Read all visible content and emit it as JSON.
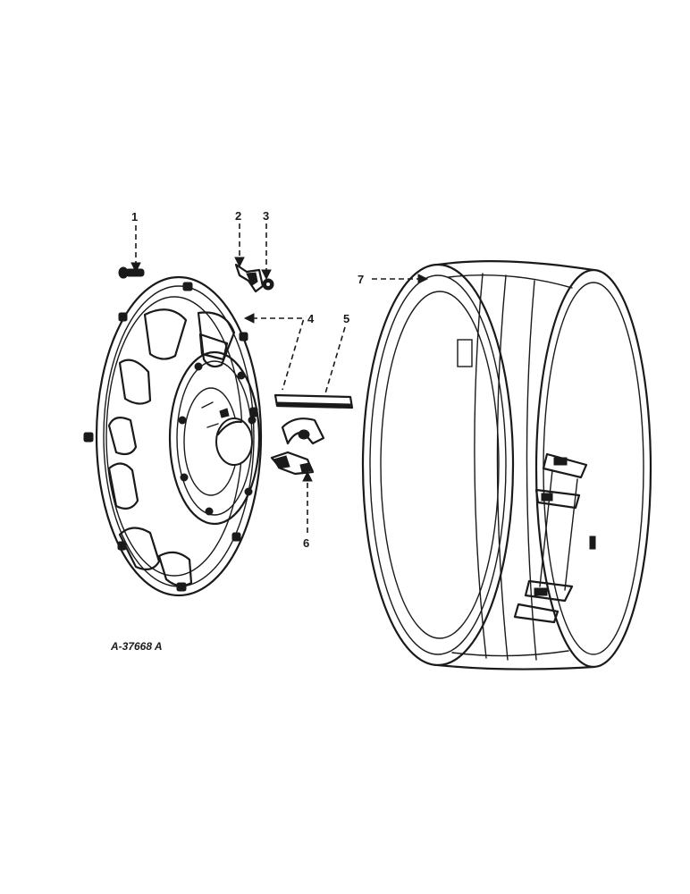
{
  "callouts": {
    "c1": "1",
    "c2": "2",
    "c3": "3",
    "c4": "4",
    "c5": "5",
    "c6": "6",
    "c7": "7"
  },
  "drawing_code": "A-37668 A"
}
